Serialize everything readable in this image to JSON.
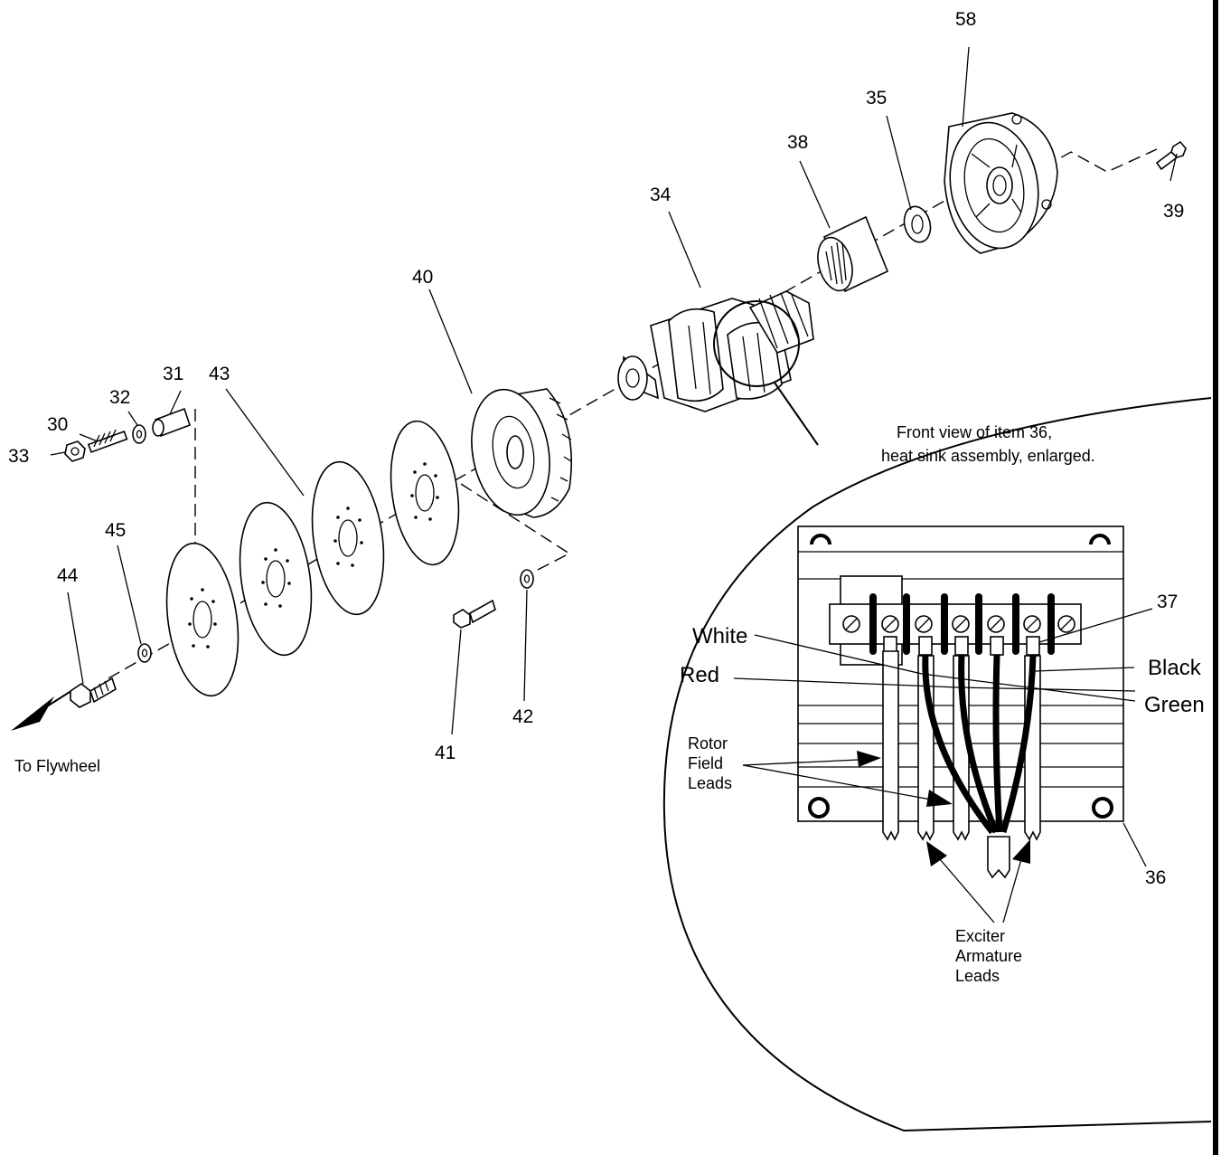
{
  "part_numbers": {
    "p30": "30",
    "p31": "31",
    "p32": "32",
    "p33": "33",
    "p34": "34",
    "p35": "35",
    "p36": "36",
    "p37": "37",
    "p38": "38",
    "p39": "39",
    "p40": "40",
    "p41": "41",
    "p42": "42",
    "p43": "43",
    "p44": "44",
    "p45": "45",
    "p58": "58"
  },
  "direction_label": "To Flywheel",
  "detail": {
    "caption_line1": "Front view of item 36,",
    "caption_line2": "heat sink assembly, enlarged.",
    "wire_colors": {
      "white": "White",
      "red": "Red",
      "black": "Black",
      "green": "Green"
    },
    "rotor_leads": [
      "Rotor",
      "Field",
      "Leads"
    ],
    "exciter_leads": [
      "Exciter",
      "Armature",
      "Leads"
    ]
  }
}
